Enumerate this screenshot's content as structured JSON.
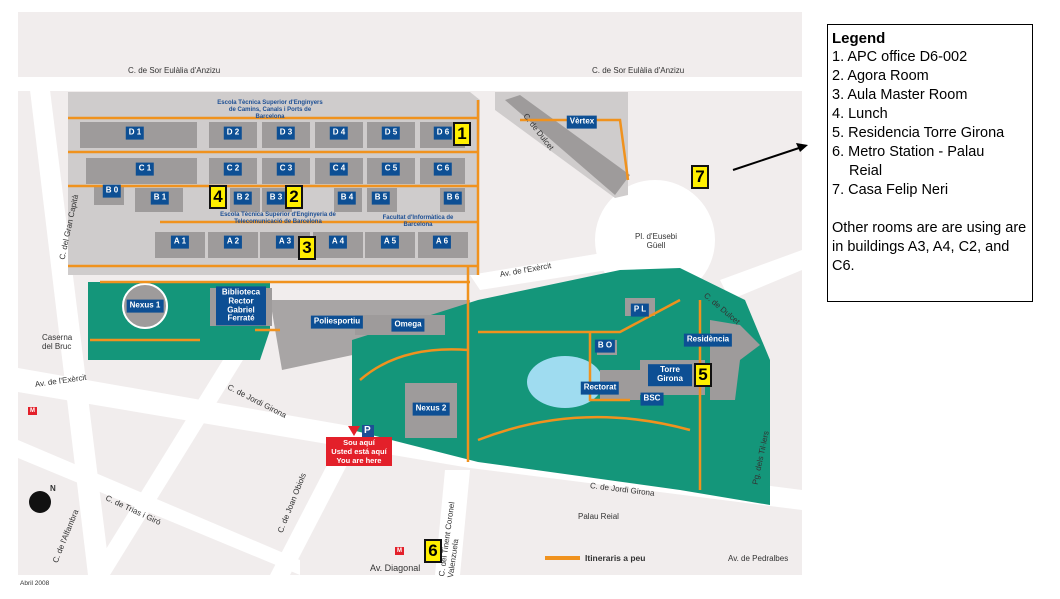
{
  "legend": {
    "title": "Legend",
    "items": [
      "1. APC office D6-002",
      "2. Agora Room",
      "3. Aula Master Room",
      "4. Lunch",
      "5. Residencia Torre Girona",
      "6. Metro Station - Palau",
      "Reial",
      "7. Casa Felip Neri"
    ],
    "note": "Other rooms are are using are in buildings A3, A4, C2, and C6."
  },
  "streets": {
    "sor1": "C. de Sor Eulàlia d'Anzizu",
    "sor2": "C. de Sor Eulàlia d'Anzizu",
    "dulcet1": "C. de Dulcet",
    "dulcet2": "C. de Dulcet",
    "capita": "C. del Gran Capità",
    "exercit1": "Av. de l'Exèrcit",
    "exercit2": "Av. de l'Exèrcit",
    "girona1": "C. de Jordi Girona",
    "girona2": "C. de Jordi Girona",
    "trias": "C. de Trias i Giró",
    "obiols": "C. de Joan Obiols",
    "alfambra": "C. de l'Alfambra",
    "tinent": "C. del Tinent Coronel Valenzuela",
    "tilers": "Pg. dels Til·lers",
    "pedralbes": "Av. de Pedralbes",
    "diagonal": "Av. Diagonal",
    "palau": "Palau Reial",
    "plaza": "Pl. d'Eusebi Güell",
    "caserna": "Caserna del Bruc"
  },
  "buildings": [
    "D 1",
    "D 2",
    "D 3",
    "D 4",
    "D 5",
    "D 6",
    "C 1",
    "C 2",
    "C 3",
    "C 4",
    "C 5",
    "C 6",
    "B 0",
    "B 1",
    "B 2",
    "B 3",
    "B 4",
    "B 5",
    "B 6",
    "A 1",
    "A 2",
    "A 3",
    "A 4",
    "A 5",
    "A 6",
    "Vèrtex",
    "Nexus 1",
    "Biblioteca Rector Gabriel Ferraté",
    "Poliesportiu",
    "Omega",
    "Nexus 2",
    "P L",
    "B O",
    "Residència",
    "Torre Girona",
    "Rectorat",
    "BSC"
  ],
  "schools": {
    "camins": "Escola Tècnica Superior d'Enginyers de Camins, Canals i Ports de Barcelona",
    "teleco": "Escola Tècnica Superior d'Enginyeria de Telecomunicació de Barcelona",
    "fib": "Facultat d'Informàtica de Barcelona"
  },
  "markers": [
    "1",
    "2",
    "3",
    "4",
    "5",
    "6",
    "7"
  ],
  "here": {
    "l1": "Sou aquí",
    "l2": "Usted está aquí",
    "l3": "You are here",
    "parking": "P"
  },
  "footer": {
    "walk": "Itineraris a peu",
    "date": "Abril 2008",
    "north": "N",
    "metro": "M"
  },
  "colors": {
    "green": "#14967a",
    "building": "#9e9b9b",
    "campus": "#cfcccc",
    "label": "#0d4f94",
    "path": "#f0921e",
    "marker": "#ffef00",
    "here": "#e3202a"
  }
}
